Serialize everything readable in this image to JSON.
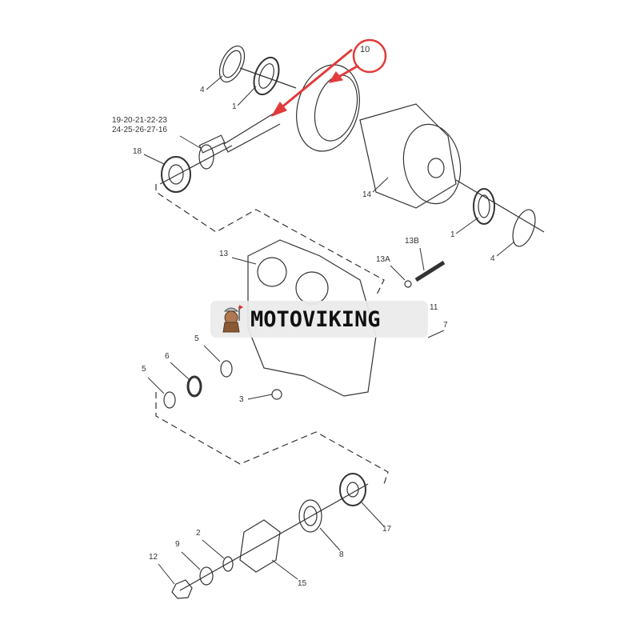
{
  "diagram": {
    "highlight": {
      "label": "10",
      "color": "#e23b3b"
    },
    "callouts": [
      {
        "id": "c4a",
        "text": "4"
      },
      {
        "id": "c1a",
        "text": "1"
      },
      {
        "id": "c19",
        "text": "19-20-21-22-23"
      },
      {
        "id": "c24",
        "text": "24-25-26-27-16"
      },
      {
        "id": "c18",
        "text": "18"
      },
      {
        "id": "c14",
        "text": "14"
      },
      {
        "id": "c1b",
        "text": "1"
      },
      {
        "id": "c4b",
        "text": "4"
      },
      {
        "id": "c13b",
        "text": "13B"
      },
      {
        "id": "c13a",
        "text": "13A"
      },
      {
        "id": "c13",
        "text": "13"
      },
      {
        "id": "c11",
        "text": "11"
      },
      {
        "id": "c7",
        "text": "7"
      },
      {
        "id": "c5a",
        "text": "5"
      },
      {
        "id": "c6",
        "text": "6"
      },
      {
        "id": "c5b",
        "text": "5"
      },
      {
        "id": "c3",
        "text": "3"
      },
      {
        "id": "c17",
        "text": "17"
      },
      {
        "id": "c8",
        "text": "8"
      },
      {
        "id": "c2",
        "text": "2"
      },
      {
        "id": "c9",
        "text": "9"
      },
      {
        "id": "c12",
        "text": "12"
      },
      {
        "id": "c15",
        "text": "15"
      }
    ]
  },
  "watermark": {
    "brand": "MOTOVIKING"
  }
}
